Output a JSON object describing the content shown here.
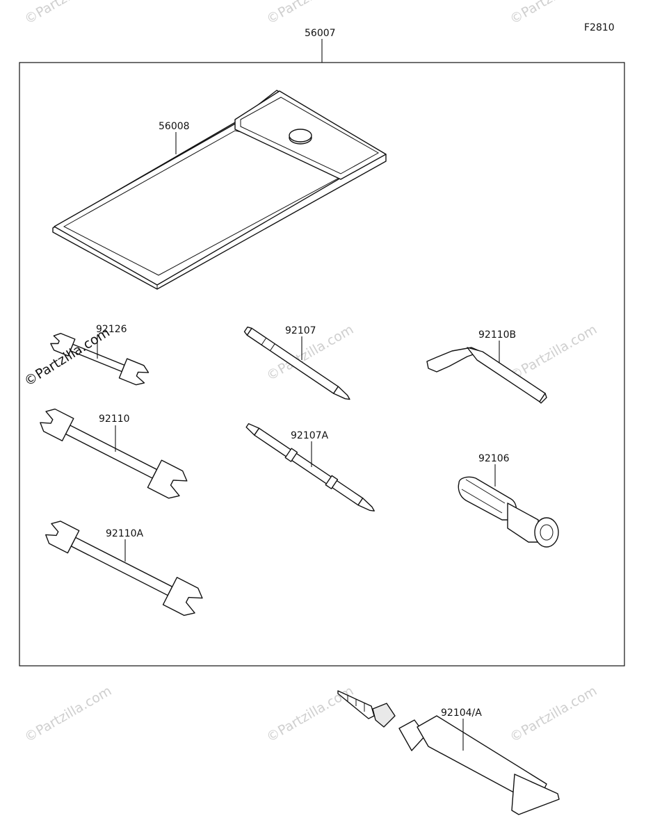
{
  "figure_code": "F2810",
  "watermark": "©Partzilla.com",
  "parts": {
    "tool_kit": "56007",
    "pouch": "56008",
    "small_wrench": "92126",
    "screwdriver": "92107",
    "screwdriver_a": "92107A",
    "hex_key": "92110B",
    "wrench": "92110",
    "wrench_a": "92110A",
    "handle": "92106",
    "repair_tube": "92104/A"
  }
}
